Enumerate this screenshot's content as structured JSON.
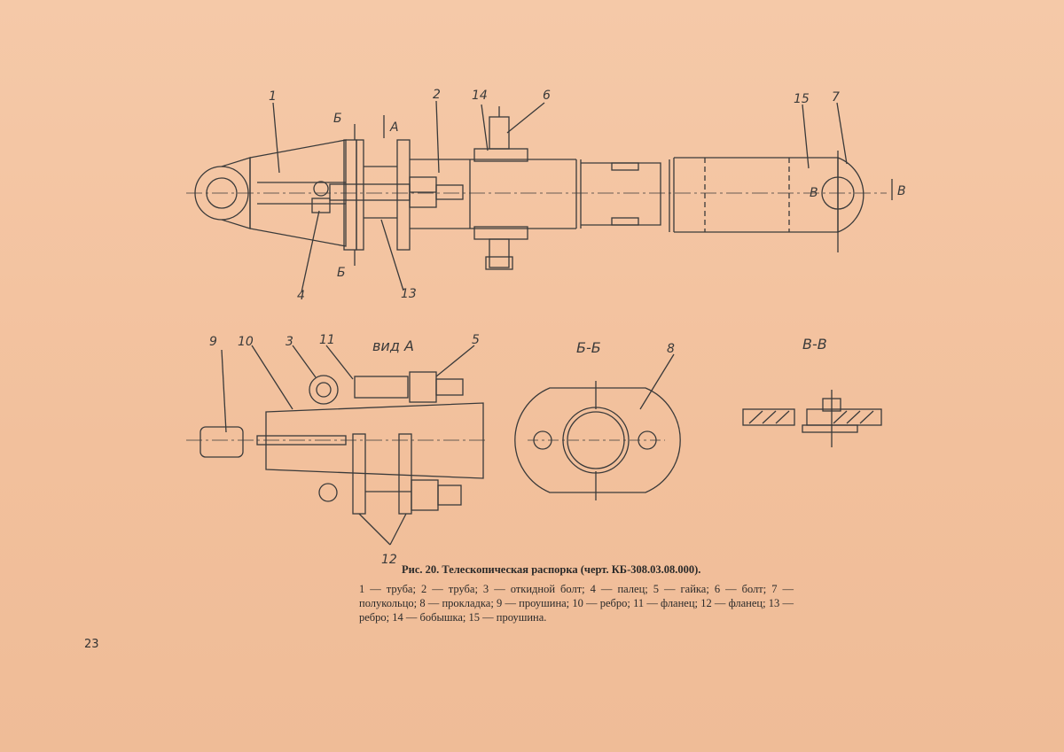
{
  "figure": {
    "caption_title": "Рис. 20. Телескопическая распорка (черт. КБ-308.03.08.000).",
    "legend": "1 — труба; 2 — труба; 3 — откидной болт; 4 — палец; 5 — гайка; 6 — болт; 7 — полукольцо; 8 — прокладка; 9 — проушина; 10 — ребро; 11 — фланец; 12 — фланец; 13 — ребро; 14 — бобышка; 15 — проушина.",
    "page_number": "23"
  },
  "views": {
    "view_a": "вид А",
    "section_bb": "Б-Б",
    "section_vv": "В-В"
  },
  "markers": {
    "cut_b": "Б",
    "cut_a": "А",
    "cut_v": "В",
    "inner_v": "В"
  },
  "callouts": {
    "c1": "1",
    "c2": "2",
    "c3": "3",
    "c4": "4",
    "c5": "5",
    "c6": "6",
    "c7": "7",
    "c8": "8",
    "c9": "9",
    "c10": "10",
    "c11": "11",
    "c12": "12",
    "c13": "13",
    "c14": "14",
    "c15": "15"
  },
  "colors": {
    "paper": "#f3c4a2",
    "ink": "#3a3a3a"
  }
}
